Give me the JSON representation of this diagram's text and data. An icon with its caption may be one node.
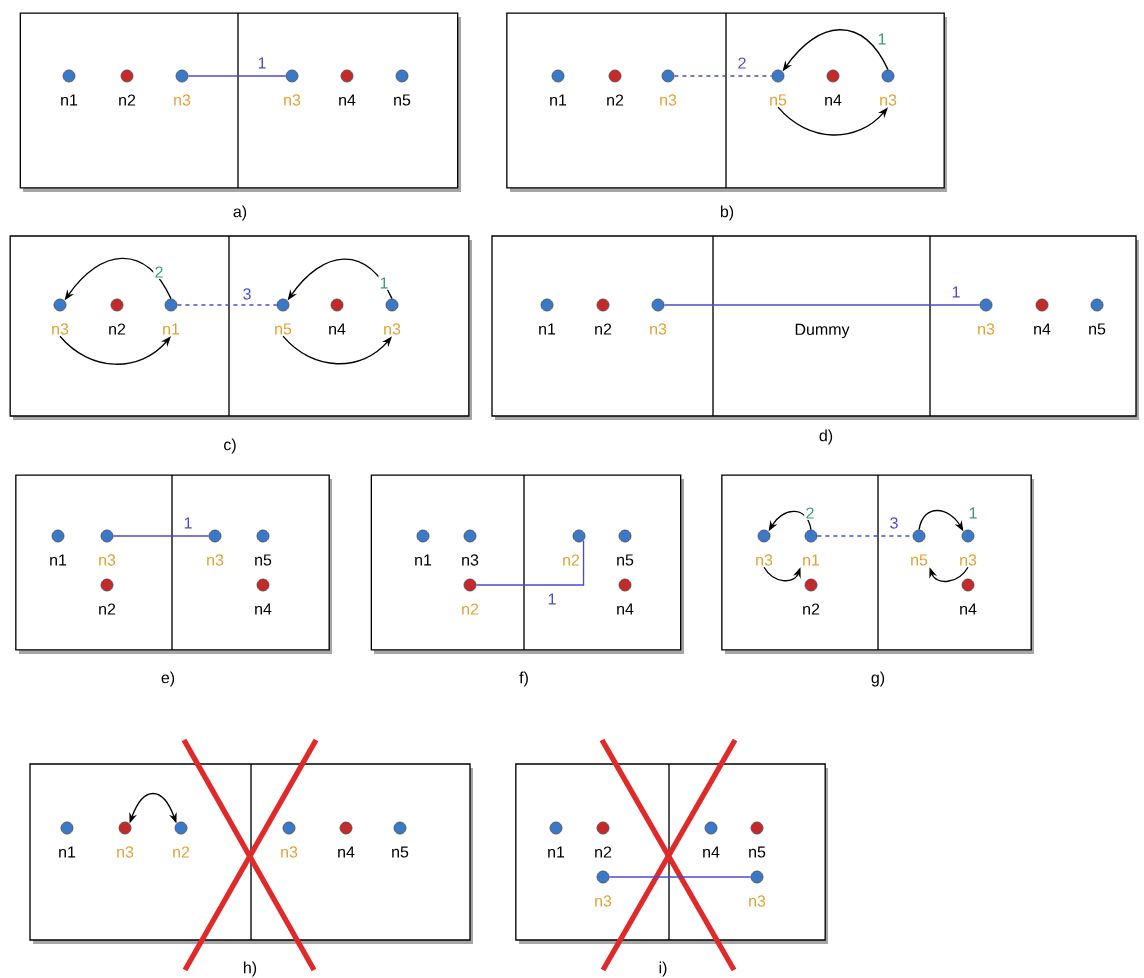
{
  "diagram": {
    "nodes": [
      {
        "text": [],
        "shape": "box"
      },
      {
        "text": [
          "n1"
        ],
        "in": 0
      },
      {
        "text": [
          "n2"
        ],
        "in": 0
      },
      {
        "text": [
          "n3"
        ],
        "in": 0
      },
      {
        "text": [
          "n3"
        ],
        "in": 0
      },
      {
        "text": [
          "n4"
        ],
        "in": 0
      },
      {
        "text": [
          "n5"
        ],
        "in": 0
      },
      {
        "text": [],
        "shape": "box"
      },
      {
        "text": [
          "n1"
        ],
        "in": 7
      },
      {
        "text": [
          "n2"
        ],
        "in": 7
      },
      {
        "text": [
          "n3"
        ],
        "in": 7
      },
      {
        "text": [
          "n5"
        ],
        "in": 7
      },
      {
        "text": [
          "n4"
        ],
        "in": 7
      },
      {
        "text": [
          "n3"
        ],
        "in": 7
      },
      {
        "text": [],
        "shape": "box"
      },
      {
        "text": [
          "n3"
        ],
        "in": 14
      },
      {
        "text": [
          "n2"
        ],
        "in": 14
      },
      {
        "text": [
          "n1"
        ],
        "in": 14
      },
      {
        "text": [
          "n5"
        ],
        "in": 14
      },
      {
        "text": [
          "n4"
        ],
        "in": 14
      },
      {
        "text": [
          "n3"
        ],
        "in": 14
      },
      {
        "text": [],
        "shape": "box"
      },
      {
        "text": [
          "n1"
        ],
        "in": 21
      },
      {
        "text": [
          "n2"
        ],
        "in": 21
      },
      {
        "text": [
          "n3"
        ],
        "in": 21
      },
      {
        "text": [
          "Dummy"
        ],
        "in": 21
      },
      {
        "text": [
          "n3"
        ],
        "in": 21
      },
      {
        "text": [
          "n4"
        ],
        "in": 21
      },
      {
        "text": [
          "n5"
        ],
        "in": 21
      },
      {
        "text": [],
        "shape": "box"
      },
      {
        "text": [
          "n1"
        ],
        "in": 29
      },
      {
        "text": [
          "n3"
        ],
        "in": 29
      },
      {
        "text": [
          "n3"
        ],
        "in": 29
      },
      {
        "text": [
          "n5"
        ],
        "in": 29
      },
      {
        "text": [
          "n2"
        ],
        "in": 29
      },
      {
        "text": [
          "n4"
        ],
        "in": 29
      },
      {
        "text": [],
        "shape": "box"
      },
      {
        "text": [
          "n1"
        ],
        "in": 36
      },
      {
        "text": [
          "n3"
        ],
        "in": 36
      },
      {
        "text": [
          "n2"
        ],
        "in": 36
      },
      {
        "text": [
          "n5"
        ],
        "in": 36
      },
      {
        "text": [
          "n2"
        ],
        "in": 36
      },
      {
        "text": [
          "n4"
        ],
        "in": 36
      },
      {
        "text": [],
        "shape": "box"
      },
      {
        "text": [
          "n3"
        ],
        "in": 43
      },
      {
        "text": [
          "n1"
        ],
        "in": 43
      },
      {
        "text": [
          "n5"
        ],
        "in": 43
      },
      {
        "text": [
          "n3"
        ],
        "in": 43
      },
      {
        "text": [
          "n2"
        ],
        "in": 43
      },
      {
        "text": [
          "n4"
        ],
        "in": 43
      },
      {
        "text": [],
        "shape": "box"
      },
      {
        "text": [
          "n1"
        ],
        "in": 50
      },
      {
        "text": [
          "n3"
        ],
        "in": 50
      },
      {
        "text": [
          "n2"
        ],
        "in": 50
      },
      {
        "text": [
          "n3"
        ],
        "in": 50
      },
      {
        "text": [
          "n4"
        ],
        "in": 50
      },
      {
        "text": [
          "n5"
        ],
        "in": 50
      },
      {
        "text": [],
        "shape": "box"
      },
      {
        "text": [
          "n1"
        ],
        "in": 57
      },
      {
        "text": [
          "n2"
        ],
        "in": 57
      },
      {
        "text": [
          "n4"
        ],
        "in": 57
      },
      {
        "text": [
          "n5"
        ],
        "in": 57
      },
      {
        "text": [
          "n3"
        ],
        "in": 57
      },
      {
        "text": [
          "n3"
        ],
        "in": 57
      }
    ],
    "edges": [
      {
        "from": 3,
        "to": 4,
        "arrow": "none",
        "label": "1",
        "color": "#4a4ad0"
      },
      {
        "from": 10,
        "to": 11,
        "arrow": "none",
        "label": "2",
        "style": "dashed",
        "color": "#4a4ad0"
      },
      {
        "from": 13,
        "to": 11,
        "arrow": "to",
        "label": "1"
      },
      {
        "from": 11,
        "to": 13,
        "arrow": "to"
      },
      {
        "from": 17,
        "to": 15,
        "arrow": "to",
        "label": "2"
      },
      {
        "from": 15,
        "to": 17,
        "arrow": "to"
      },
      {
        "from": 17,
        "to": 18,
        "arrow": "none",
        "label": "3",
        "style": "dashed",
        "color": "#4a4ad0"
      },
      {
        "from": 20,
        "to": 18,
        "arrow": "to",
        "label": "1"
      },
      {
        "from": 18,
        "to": 20,
        "arrow": "to"
      },
      {
        "from": 24,
        "to": 26,
        "arrow": "none",
        "label": "1",
        "color": "#4a4ad0"
      },
      {
        "from": 31,
        "to": 32,
        "arrow": "none",
        "label": "1",
        "color": "#4a4ad0"
      },
      {
        "from": 41,
        "to": 39,
        "arrow": "none",
        "label": "1",
        "color": "#4a4ad0"
      },
      {
        "from": 45,
        "to": 44,
        "arrow": "to",
        "label": "2"
      },
      {
        "from": 44,
        "to": 45,
        "arrow": "to"
      },
      {
        "from": 45,
        "to": 46,
        "arrow": "none",
        "label": "3",
        "style": "dashed",
        "color": "#4a4ad0"
      },
      {
        "from": 46,
        "to": 47,
        "arrow": "to",
        "label": "1"
      },
      {
        "from": 47,
        "to": 46,
        "arrow": "to"
      },
      {
        "from": 52,
        "to": 53,
        "arrow": "both"
      },
      {
        "from": 62,
        "to": 63,
        "arrow": "none",
        "color": "#4a4ad0"
      }
    ],
    "labels": [
      "a)",
      "b)",
      "c)",
      "d)",
      "e)",
      "f)",
      "g)",
      "h)",
      "i)"
    ]
  }
}
